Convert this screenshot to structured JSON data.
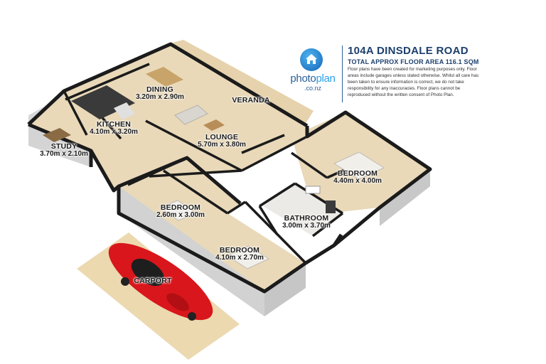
{
  "header": {
    "address": "104A DINSDALE ROAD",
    "floor_area": "TOTAL APPROX FLOOR AREA 116.1 SQM",
    "disclaimer": "Floor plans have been created for marketing purposes only. Floor areas include garages unless stated otherwise. Whilst all care has been taken to ensure information is correct, we do not take responsibility for any inaccuracies. Floor plans cannot be reproduced without the written consent of Photo Plan."
  },
  "brand": {
    "name_part1": "photo",
    "name_part2": "plan",
    "domain": ".co.nz",
    "icon": "house-icon"
  },
  "rooms": {
    "dining": {
      "name": "DINING",
      "dims": "3.20m x 2.90m"
    },
    "veranda": {
      "name": "VERANDA",
      "dims": ""
    },
    "kitchen": {
      "name": "KITCHEN",
      "dims": "4.10m x 3.20m"
    },
    "study": {
      "name": "STUDY",
      "dims": "3.70m x 2.10m"
    },
    "lounge": {
      "name": "LOUNGE",
      "dims": "5.70m x 3.80m"
    },
    "bedroom1": {
      "name": "BEDROOM",
      "dims": "4.40m x 4.00m"
    },
    "bedroom2": {
      "name": "BEDROOM",
      "dims": "2.60m x 3.00m"
    },
    "bathroom": {
      "name": "BATHROOM",
      "dims": "3.00m x 3.70m"
    },
    "bedroom3": {
      "name": "BEDROOM",
      "dims": "4.10m x 2.70m"
    },
    "carport": {
      "name": "CARPORT",
      "dims": ""
    }
  },
  "colors": {
    "wall_top": "#1b1b1b",
    "wall_side": "#d6d6d6",
    "floor_wood": "#e9d9b9",
    "floor_tile": "#eceae6",
    "carport_pad": "#ecd9b0",
    "car": "#d8161b",
    "brand_blue": "#2b5f97"
  }
}
